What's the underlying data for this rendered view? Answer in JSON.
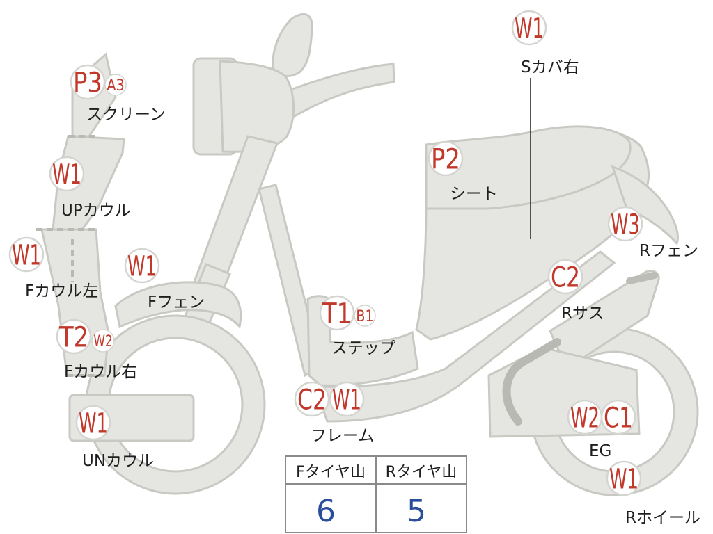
{
  "title": "",
  "colors": {
    "part_fill": "#e5e5e2",
    "part_outline": "#c9c9c4",
    "code_text": "#c0392b",
    "label_text": "#1e1e1e",
    "tread_value": "#2a4d9c"
  },
  "parts": [
    {
      "id": "screen",
      "codes": [
        "P3",
        "A3"
      ],
      "label": "スクリーン"
    },
    {
      "id": "up-cowl",
      "codes": [
        "W1"
      ],
      "label": "UPカウル"
    },
    {
      "id": "f-cowl-left",
      "codes": [
        "W1"
      ],
      "label": "Fカウル左"
    },
    {
      "id": "f-fender",
      "codes": [
        "W1"
      ],
      "label": "Fフェン"
    },
    {
      "id": "f-cowl-right",
      "codes": [
        "T2",
        "W2"
      ],
      "label": "Fカウル右"
    },
    {
      "id": "un-cowl",
      "codes": [
        "W1"
      ],
      "label": "UNカウル"
    },
    {
      "id": "step",
      "codes": [
        "T1",
        "B1"
      ],
      "label": "ステップ"
    },
    {
      "id": "frame",
      "codes": [
        "C2",
        "W1"
      ],
      "label": "フレーム"
    },
    {
      "id": "seat",
      "codes": [
        "P2"
      ],
      "label": "シート"
    },
    {
      "id": "s-cover-right",
      "codes": [
        "W1"
      ],
      "label": "Sカバ右"
    },
    {
      "id": "r-fender",
      "codes": [
        "W3"
      ],
      "label": "Rフェン"
    },
    {
      "id": "r-suspension",
      "codes": [
        "C2"
      ],
      "label": "Rサス"
    },
    {
      "id": "engine",
      "codes": [
        "W2",
        "C1"
      ],
      "label": "EG"
    },
    {
      "id": "r-wheel",
      "codes": [
        "W1"
      ],
      "label": "Rホイール"
    }
  ],
  "tire_table": {
    "headers": [
      "Fタイヤ山",
      "Rタイヤ山"
    ],
    "values": [
      "6",
      "5"
    ]
  }
}
